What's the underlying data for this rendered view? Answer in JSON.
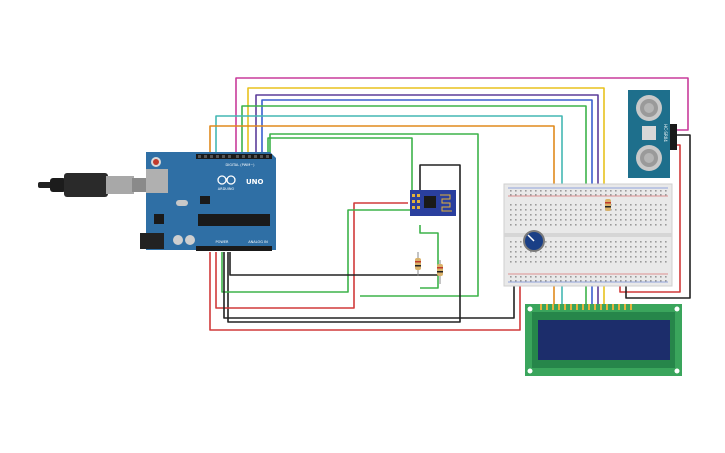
{
  "arduino": {
    "logo_text": "UNO",
    "brand_text": "ARDUINO",
    "digital_label": "DIGITAL (PWM~)",
    "power_label": "POWER",
    "analog_label": "ANALOG IN",
    "board_color": "#2f6fa5"
  },
  "ultrasonic": {
    "model_label": "HC-SR04",
    "board_color": "#1e6f8c"
  },
  "wifi_module": {
    "board_color": "#2a3f9e"
  },
  "lcd": {
    "board_color": "#3aa55c",
    "screen_color": "#1c2d6b"
  },
  "breadboard": {
    "color": "#e9e9e9"
  },
  "potentiometer": {
    "color": "#1a3f86"
  },
  "wire_colors": {
    "magenta": "#c83c9b",
    "yellow": "#e8c21e",
    "purple": "#5b3d9a",
    "blue": "#3a5fcf",
    "green": "#3db34a",
    "teal": "#44b7b3",
    "orange": "#e08a1d",
    "red": "#d13a3a",
    "black": "#222222"
  }
}
